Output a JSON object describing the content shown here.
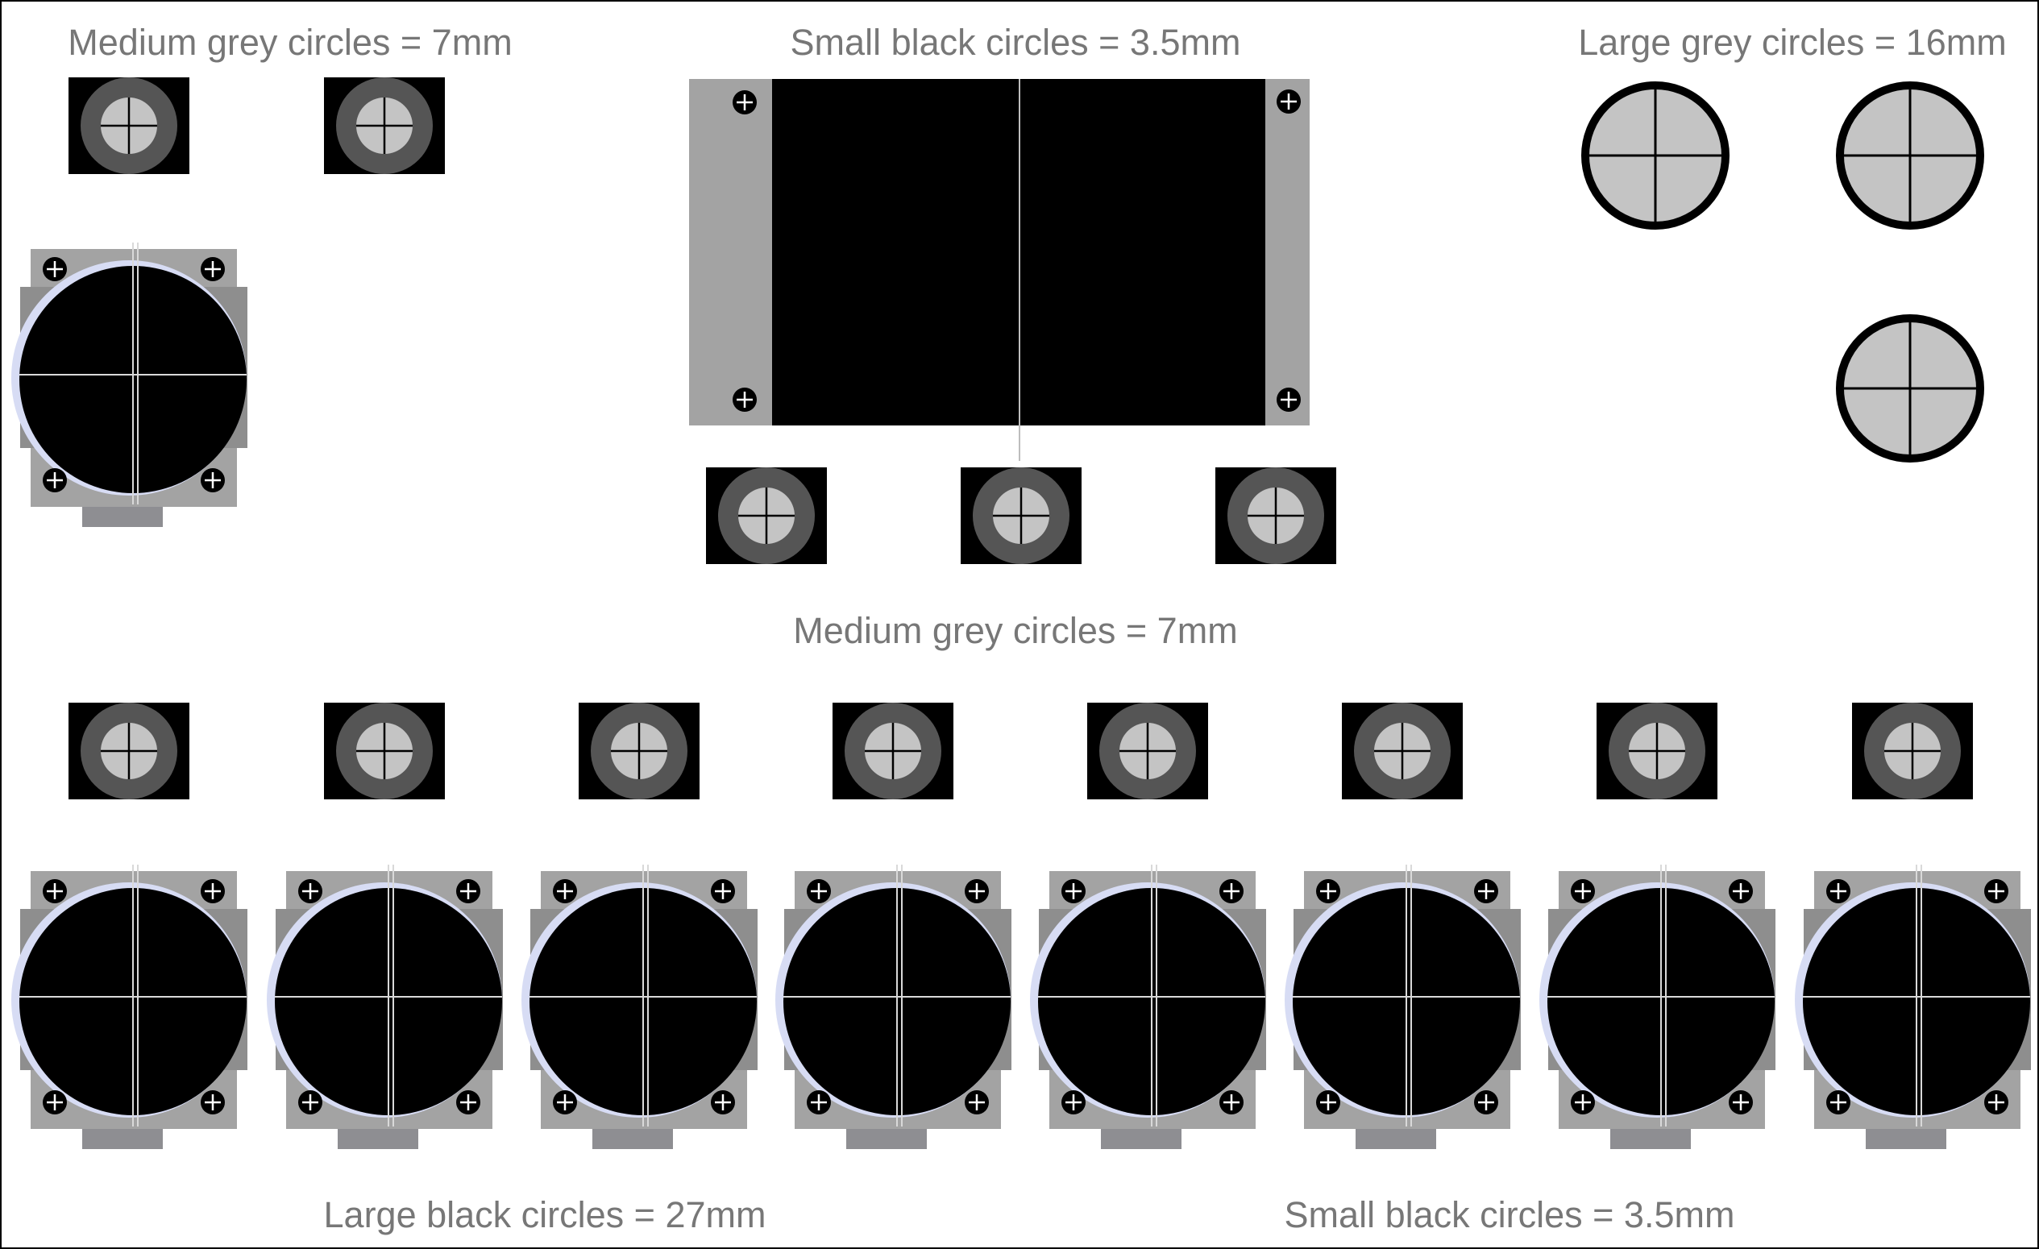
{
  "labels": {
    "medium_top": "Medium grey circles = 7mm",
    "small_top": "Small black circles = 3.5mm",
    "large_grey_top": "Large grey circles = 16mm",
    "medium_mid": "Medium grey circles = 7mm",
    "large_black_bottom": "Large black circles = 27mm",
    "small_bottom": "Small black circles = 3.5mm"
  },
  "colors": {
    "background": "#ffffff",
    "frame": "#000000",
    "label_text": "#777777",
    "panel_black": "#000000",
    "ring_dark_grey": "#555555",
    "disc_light_grey": "#c4c4c4",
    "plate_grey": "#a3a3a3",
    "tab_grey": "#8e8e92",
    "halo_lavender": "#d7dcf4"
  },
  "component_types": {
    "medium_jack": "black square with grey ring and crosshair",
    "large_knob": "large black circle on grey plate with four screws",
    "large_grey_knob": "large grey circle with black outline and crosshair",
    "display_panel": "black display with grey side brackets and four screws"
  }
}
